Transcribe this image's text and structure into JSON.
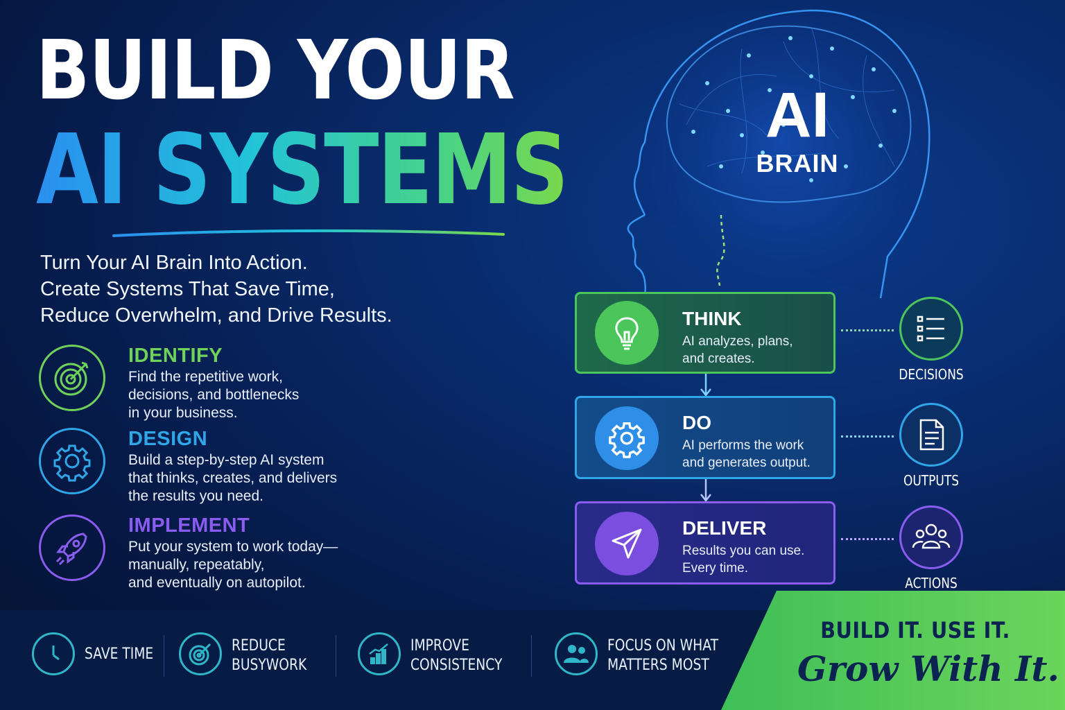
{
  "headline": {
    "line1": "BUILD YOUR",
    "line2": "AI SYSTEMS"
  },
  "subtitle": [
    "Turn Your AI Brain Into Action.",
    "Create Systems That Save Time,",
    "Reduce Overwhelm, and Drive Results."
  ],
  "steps": [
    {
      "title": "IDENTIFY",
      "desc": [
        "Find the repetitive work,",
        "decisions, and bottlenecks",
        "in your business."
      ],
      "icon": "target-icon",
      "color": "#6fd35a"
    },
    {
      "title": "DESIGN",
      "desc": [
        "Build a step-by-step AI system",
        "that thinks, creates, and delivers",
        "the results you need."
      ],
      "icon": "gear-icon",
      "color": "#2fa6e8"
    },
    {
      "title": "IMPLEMENT",
      "desc": [
        "Put your system to work today—",
        "manually, repeatably,",
        "and eventually on autopilot."
      ],
      "icon": "rocket-icon",
      "color": "#8a5cf0"
    }
  ],
  "brain": {
    "title": "AI",
    "label": "BRAIN"
  },
  "flow": [
    {
      "title": "THINK",
      "desc": [
        "AI analyzes, plans,",
        "and creates."
      ],
      "icon": "lightbulb-icon",
      "side_label": "DECISIONS",
      "side_icon": "checklist-icon",
      "color": "#4cc65a"
    },
    {
      "title": "DO",
      "desc": [
        "AI performs the work",
        "and generates output."
      ],
      "icon": "gear-icon",
      "side_label": "OUTPUTS",
      "side_icon": "document-icon",
      "color": "#2fa6e8"
    },
    {
      "title": "DELIVER",
      "desc": [
        "Results you can use.",
        "Every time."
      ],
      "icon": "paper-plane-icon",
      "side_label": "ACTIONS",
      "side_icon": "people-icon",
      "color": "#8a5cf0"
    }
  ],
  "benefits": [
    {
      "lines": [
        "SAVE TIME"
      ],
      "icon": "clock-icon"
    },
    {
      "lines": [
        "REDUCE",
        "BUSYWORK"
      ],
      "icon": "target-icon"
    },
    {
      "lines": [
        "IMPROVE",
        "CONSISTENCY"
      ],
      "icon": "bar-chart-icon"
    },
    {
      "lines": [
        "FOCUS ON WHAT",
        "MATTERS MOST"
      ],
      "icon": "people-icon"
    }
  ],
  "cta": {
    "line1": "BUILD IT. USE IT.",
    "line2": "Grow With It."
  }
}
